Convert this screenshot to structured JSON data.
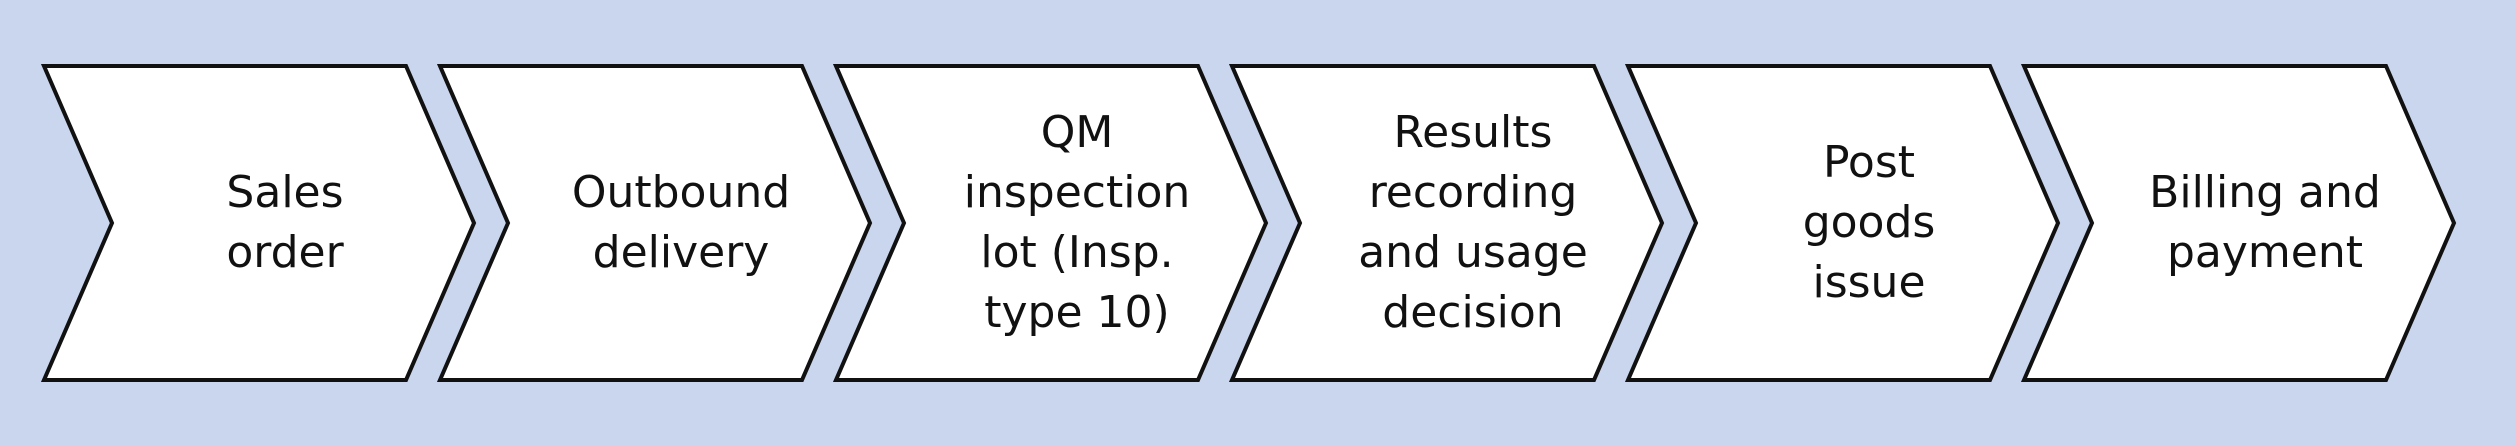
{
  "diagram": {
    "background_color": "#c9d6ee",
    "shape_fill": "#ffffff",
    "shape_stroke": "#111111",
    "steps": [
      {
        "id": "sales-order",
        "label": "Sales\norder"
      },
      {
        "id": "outbound-delivery",
        "label": "Outbound\ndelivery"
      },
      {
        "id": "qm-inspection-lot",
        "label": "QM\ninspection\nlot (Insp.\ntype 10)"
      },
      {
        "id": "results-recording",
        "label": "Results\nrecording\nand usage\ndecision"
      },
      {
        "id": "post-goods-issue",
        "label": "Post\ngoods\nissue"
      },
      {
        "id": "billing-and-payment",
        "label": "Billing and\npayment"
      }
    ]
  }
}
